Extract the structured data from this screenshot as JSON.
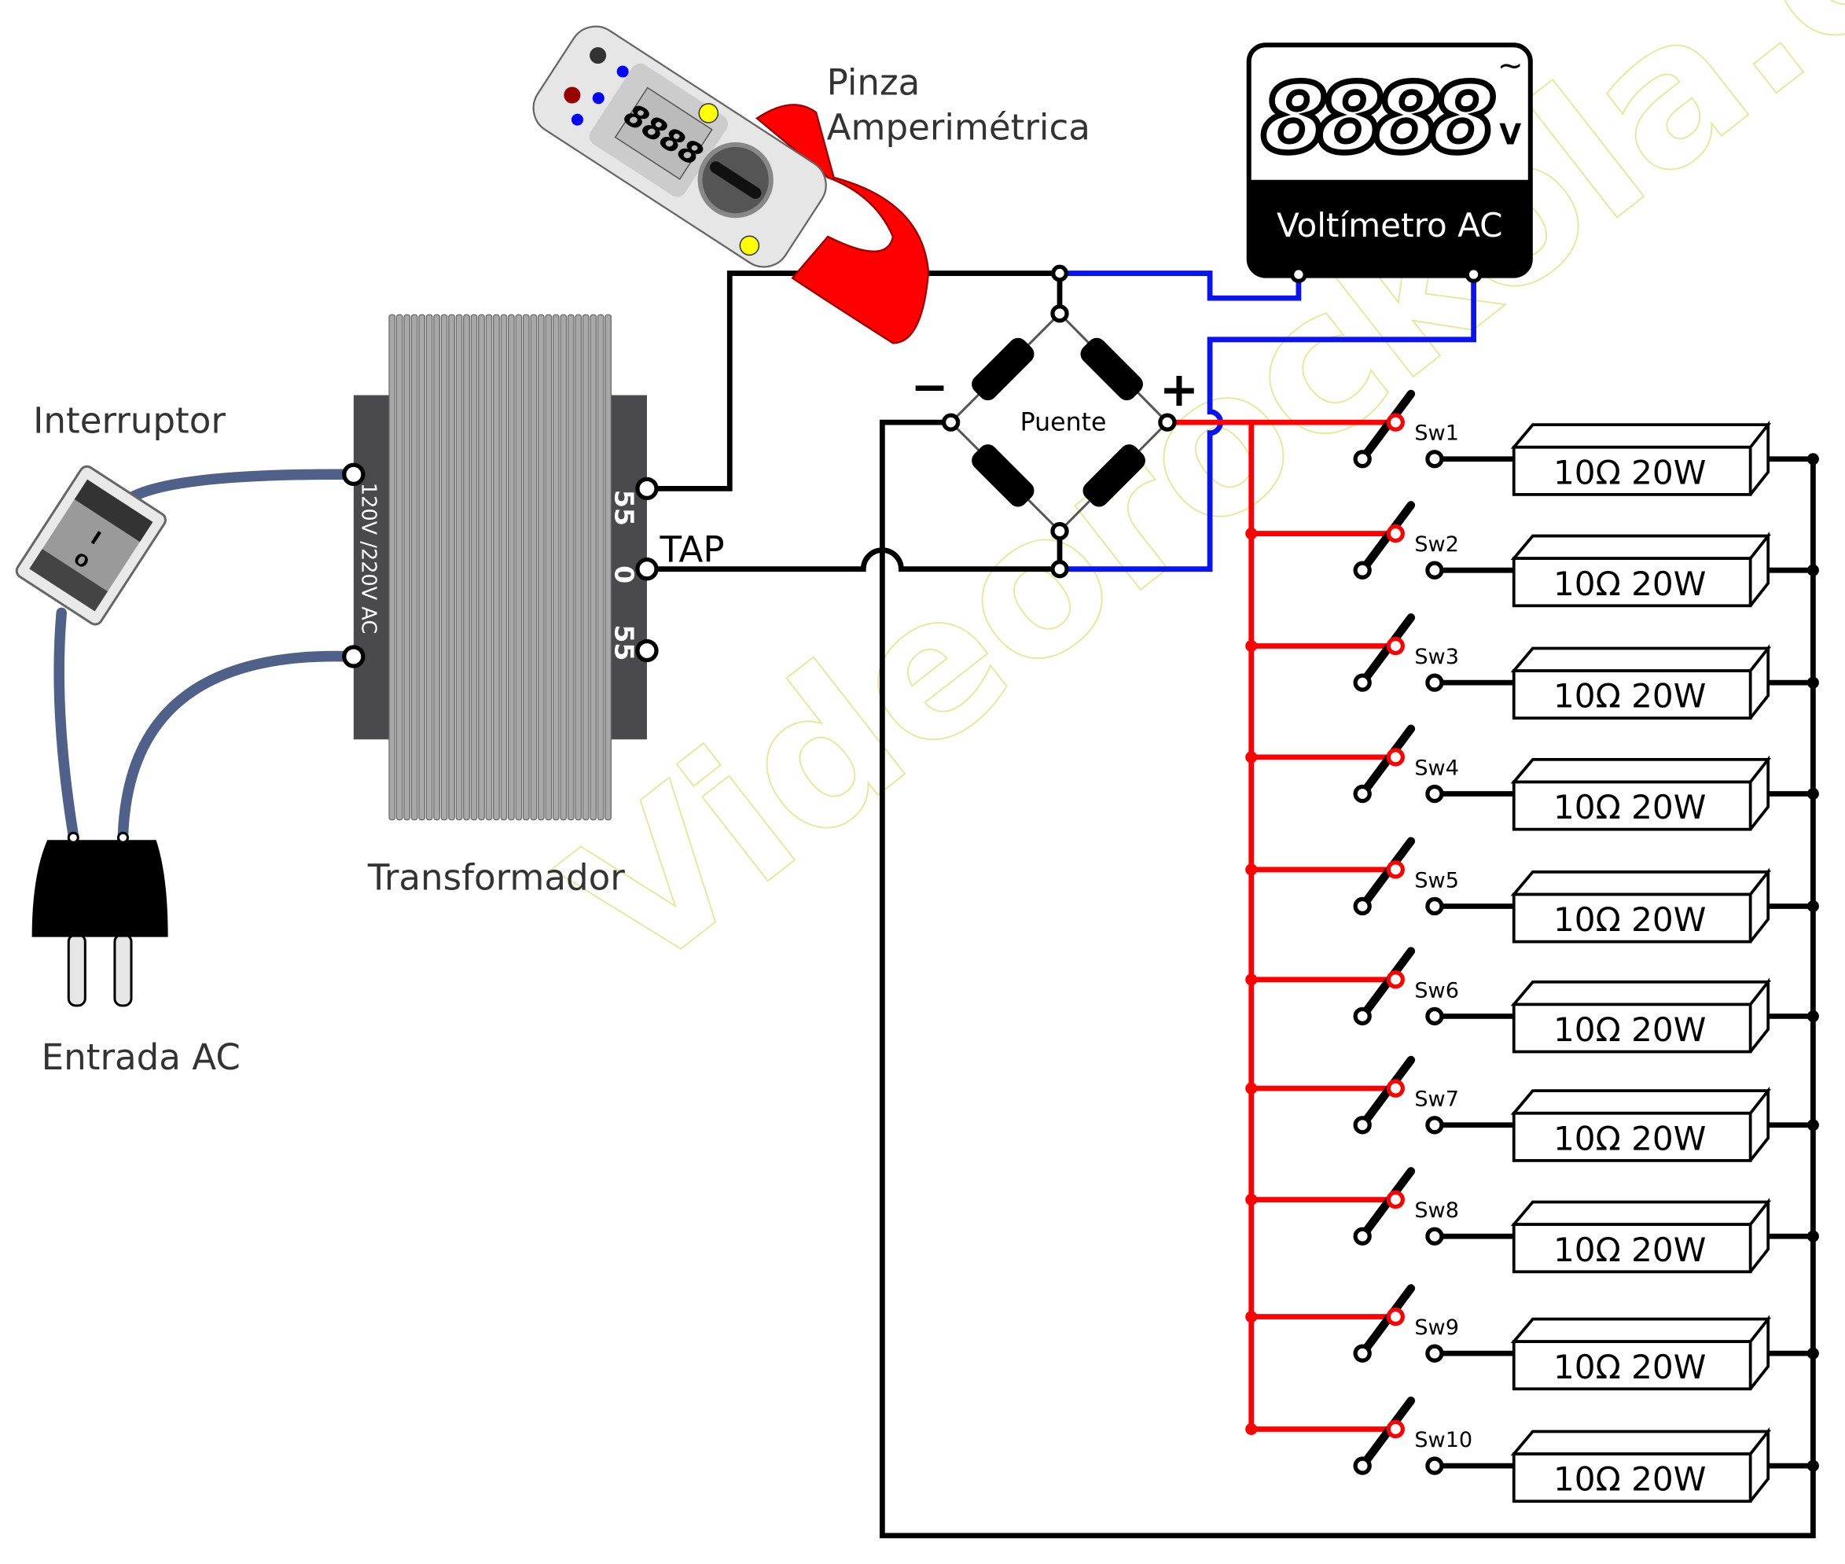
{
  "labels": {
    "clamp_line1": "Pinza",
    "clamp_line2": "Amperimétrica",
    "switch": "Interruptor",
    "transformer": "Transformador",
    "input": "Entrada AC",
    "tap": "TAP",
    "bridge": "Puente",
    "minus": "−",
    "plus": "+",
    "primary": "120V /220V AC",
    "sec_top": "55",
    "sec_mid": "0",
    "sec_bot": "55"
  },
  "voltmeter": {
    "display": "8888",
    "unit": "V",
    "ac_symbol": "~",
    "name": "Voltímetro AC"
  },
  "clamp_display": "8888",
  "rocker": {
    "on": "I",
    "off": "O"
  },
  "loads": [
    {
      "switch": "Sw1",
      "resistor": "10Ω  20W"
    },
    {
      "switch": "Sw2",
      "resistor": "10Ω  20W"
    },
    {
      "switch": "Sw3",
      "resistor": "10Ω  20W"
    },
    {
      "switch": "Sw4",
      "resistor": "10Ω  20W"
    },
    {
      "switch": "Sw5",
      "resistor": "10Ω  20W"
    },
    {
      "switch": "Sw6",
      "resistor": "10Ω  20W"
    },
    {
      "switch": "Sw7",
      "resistor": "10Ω  20W"
    },
    {
      "switch": "Sw8",
      "resistor": "10Ω  20W"
    },
    {
      "switch": "Sw9",
      "resistor": "10Ω  20W"
    },
    {
      "switch": "Sw10",
      "resistor": "10Ω  20W"
    }
  ],
  "watermark": "Videorockola.com",
  "colors": {
    "positive": "#ff0000",
    "meter": "#0a14f0",
    "cord": "#4f6189",
    "core": "#4a4a4c",
    "watermark": "#e8e89a"
  }
}
